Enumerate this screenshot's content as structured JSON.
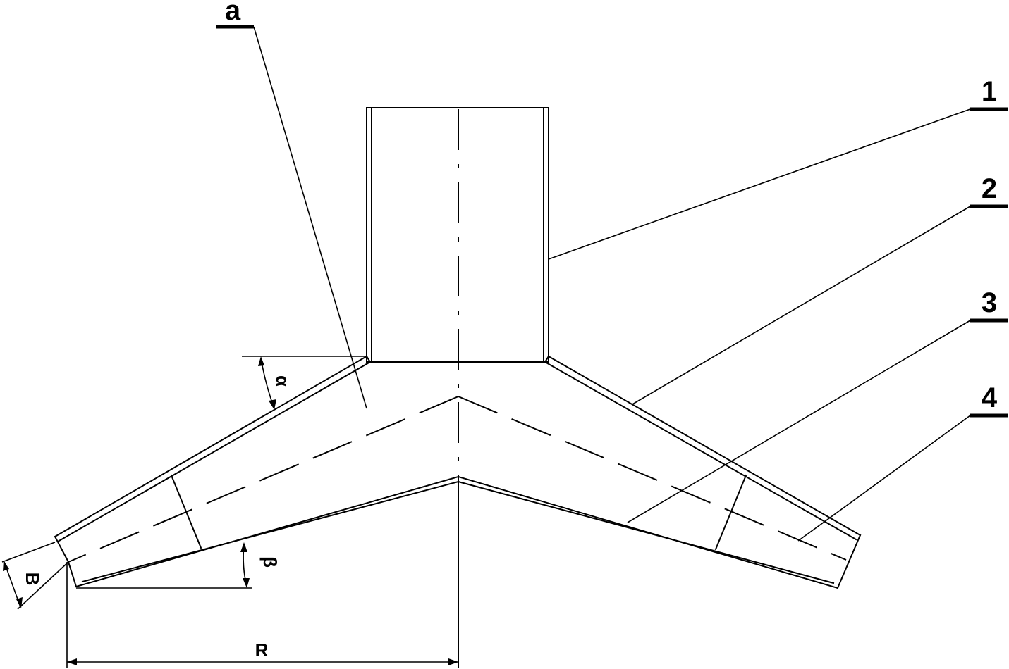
{
  "callouts": {
    "a": "a",
    "one": "1",
    "two": "2",
    "three": "3",
    "four": "4"
  },
  "dimensions": {
    "alpha": "α",
    "beta": "β",
    "width_b": "B",
    "radius": "R"
  }
}
